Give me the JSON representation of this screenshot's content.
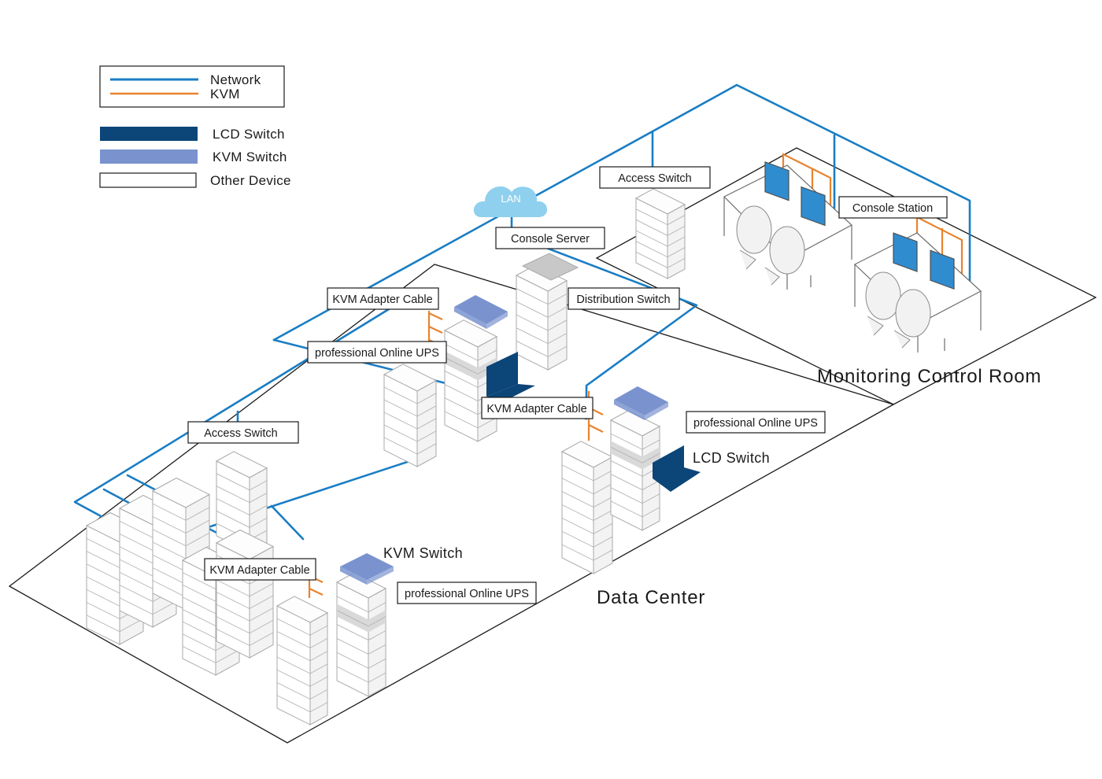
{
  "legend": {
    "lines": [
      {
        "label": "Network",
        "color": "#1a7dc4"
      },
      {
        "label": "KVM",
        "color": "#e8832e"
      }
    ],
    "swatches": [
      {
        "label": "LCD Switch",
        "color": "#0c4578"
      },
      {
        "label": "KVM Switch",
        "color": "#7a93cf"
      },
      {
        "label": "Other Device",
        "color": "#ffffff"
      }
    ]
  },
  "cloud": {
    "label": "LAN",
    "color": "#8fd0ee"
  },
  "areas": {
    "data_center": "Data Center",
    "control_room": "Monitoring Control Room"
  },
  "labels": {
    "access_switch_top": "Access Switch",
    "access_switch_left": "Access Switch",
    "console_server": "Console Server",
    "console_station": "Console Station",
    "distribution_switch": "Distribution Switch",
    "kvm_adapter_cable_1": "KVM Adapter Cable",
    "kvm_adapter_cable_2": "KVM Adapter Cable",
    "kvm_adapter_cable_3": "KVM Adapter Cable",
    "ups_1": "professional Online UPS",
    "ups_2": "professional Online UPS",
    "ups_3": "professional Online UPS",
    "lcd_switch_tag": "LCD Switch",
    "kvm_switch_tag": "KVM Switch"
  },
  "colors": {
    "network": "#1a7dc4",
    "kvm": "#e8832e",
    "lcd_switch": "#0c4578",
    "kvm_switch": "#7a93cf",
    "ups_band": "#d9d9d9",
    "screen": "#2f8ccf"
  }
}
